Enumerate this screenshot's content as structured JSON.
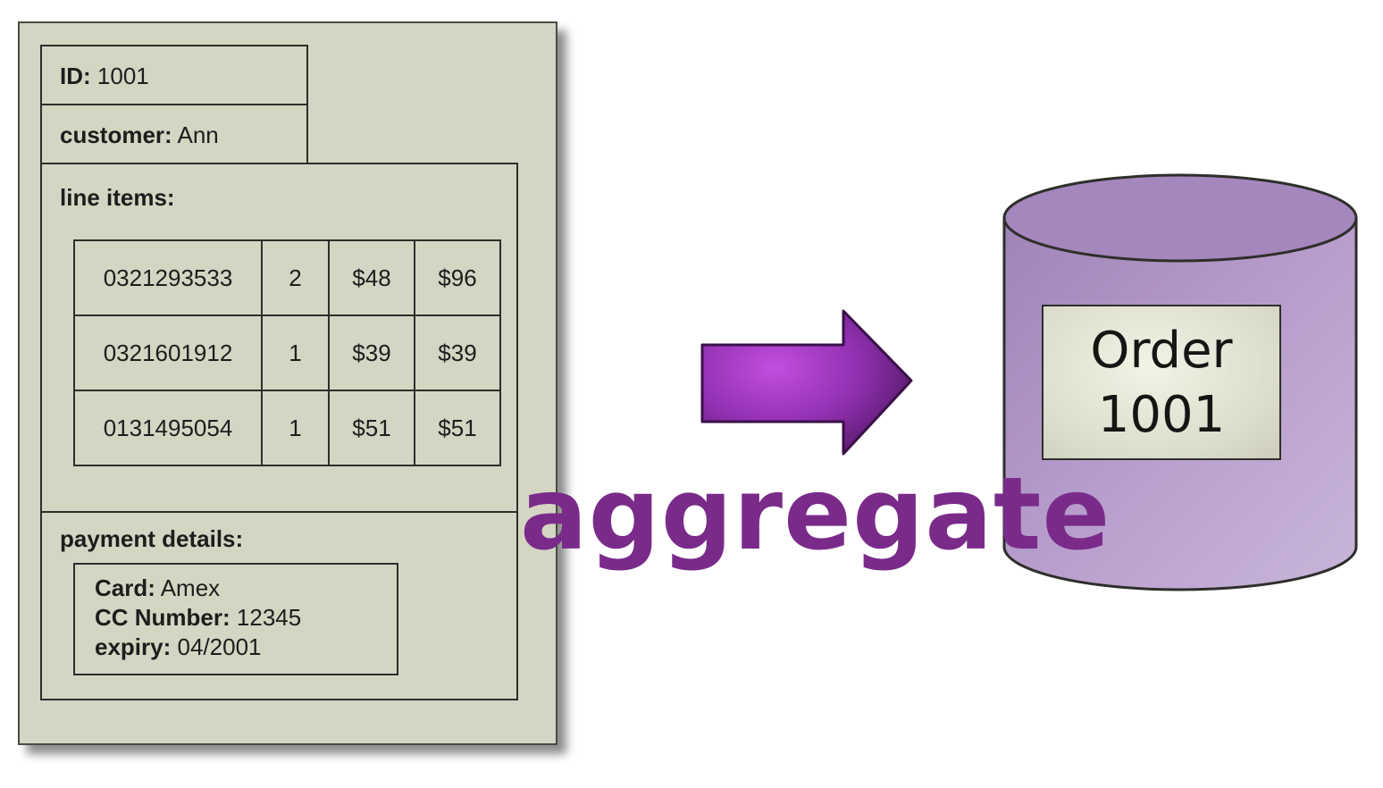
{
  "document": {
    "id_label": "ID:",
    "id_value": "1001",
    "customer_label": "customer:",
    "customer_value": "Ann",
    "line_items_label": "line items:",
    "line_items": [
      [
        "0321293533",
        "2",
        "$48",
        "$96"
      ],
      [
        "0321601912",
        "1",
        "$39",
        "$39"
      ],
      [
        "0131495054",
        "1",
        "$51",
        "$51"
      ]
    ],
    "payment_label": "payment details:",
    "payment": {
      "card_label": "Card:",
      "card_value": "Amex",
      "cc_label": "CC Number:",
      "cc_value": "12345",
      "expiry_label": "expiry:",
      "expiry_value": "04/2001"
    }
  },
  "arrow_caption": "aggregate",
  "database": {
    "line1": "Order",
    "line2": "1001"
  },
  "colors": {
    "document_bg": "#d5d5c4",
    "arrow": "#9b34b8",
    "caption": "#7a2b8a",
    "cylinder": "#b89fcc"
  }
}
